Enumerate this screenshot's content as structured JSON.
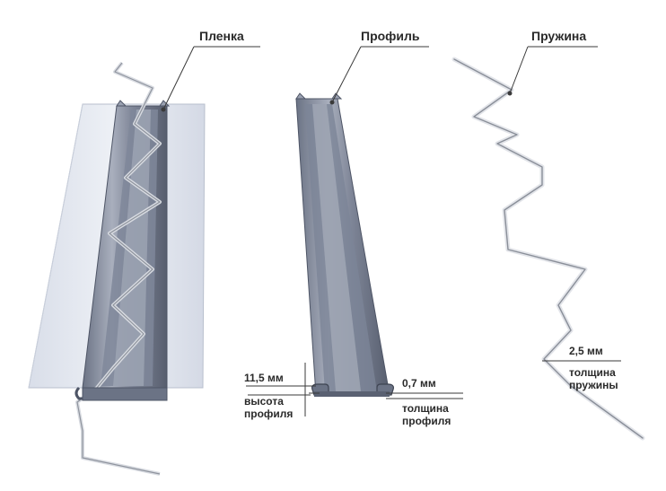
{
  "labels": {
    "film": "Пленка",
    "profile": "Профиль",
    "spring": "Пружина"
  },
  "dimensions": {
    "profile_height_value": "11,5 мм",
    "profile_height_caption_line1": "высота",
    "profile_height_caption_line2": "профиля",
    "profile_thickness_value": "0,7 мм",
    "profile_thickness_caption_line1": "толщина",
    "profile_thickness_caption_line2": "профиля",
    "spring_thickness_value": "2,5 мм",
    "spring_thickness_caption_line1": "толщина",
    "spring_thickness_caption_line2": "пружины"
  },
  "colors": {
    "profile_dark": "#5f6778",
    "profile_mid": "#8d94a6",
    "profile_light": "#c5cad6",
    "film": "#e4e8f1",
    "spring": "#a7acb6",
    "leader": "#3a3a3a"
  }
}
